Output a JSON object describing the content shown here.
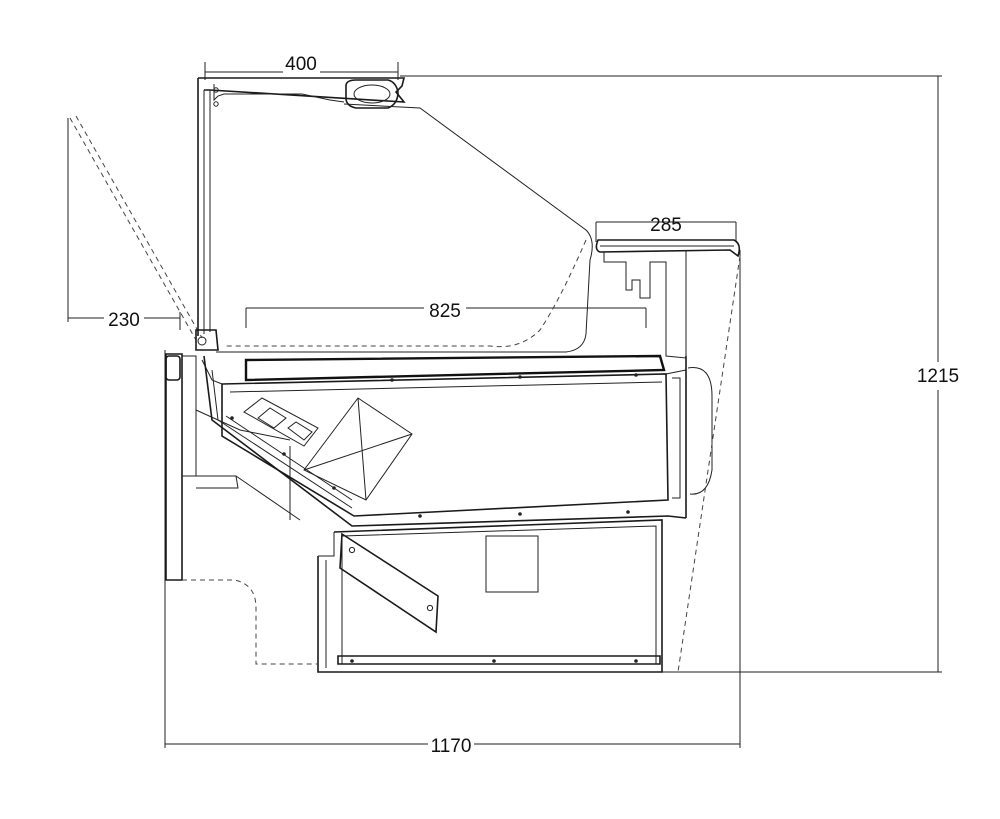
{
  "dimensions": {
    "top_width": "400",
    "shelf_width": "285",
    "inner_width": "825",
    "overhang": "230",
    "height": "1215",
    "total_width": "1170"
  }
}
